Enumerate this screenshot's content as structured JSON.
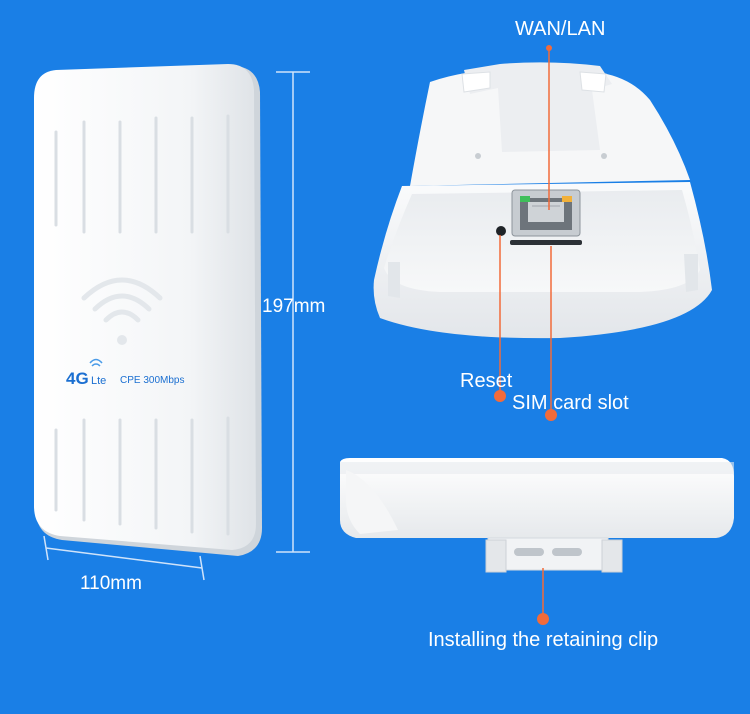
{
  "annotations": {
    "wan_lan": "WAN/LAN",
    "reset": "Reset",
    "sim_card_slot": "SIM card slot",
    "retaining_clip": "Installing the retaining clip"
  },
  "dimensions": {
    "height": "197mm",
    "width": "110mm"
  },
  "device_front": {
    "logo_4g": "4G",
    "logo_lte": "Lte",
    "model_text": "CPE 300Mbps"
  },
  "colors": {
    "background": "#1a7fe6",
    "callout_dot": "#f26b3a",
    "logo_blue": "#1b6fd1",
    "device_white": "#f4f6f8"
  }
}
